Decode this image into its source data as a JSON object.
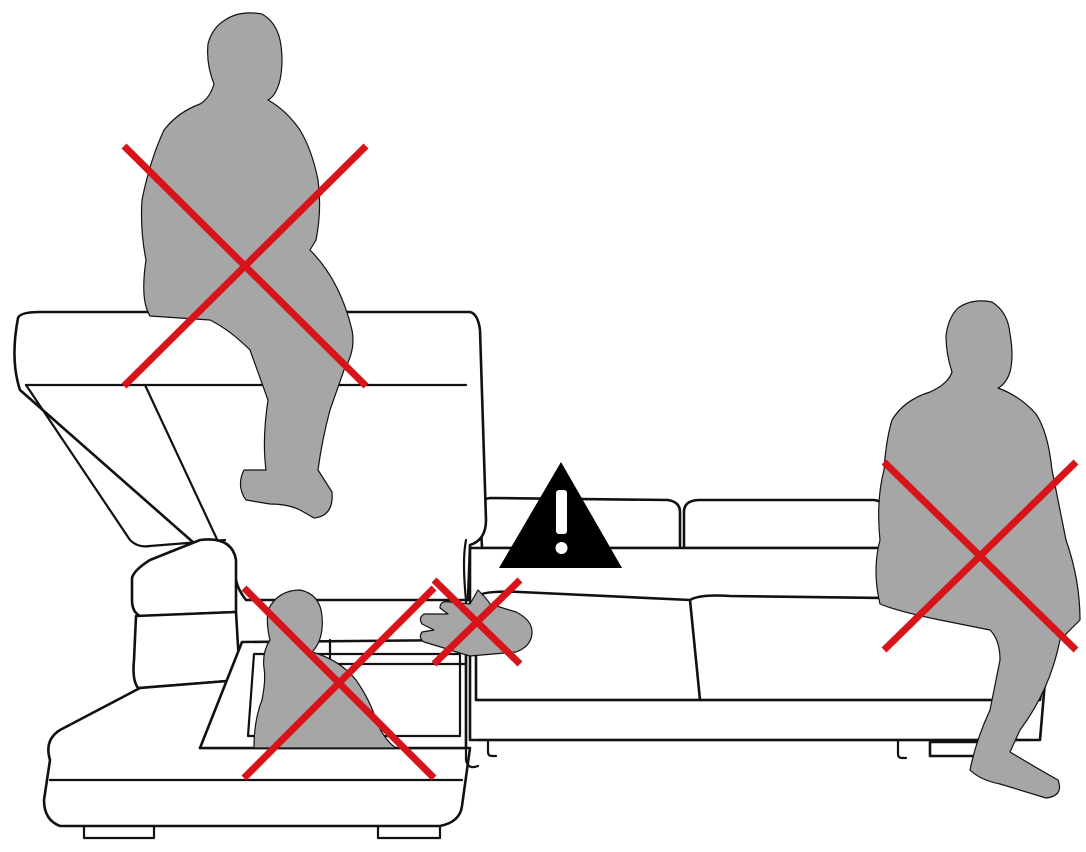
{
  "colors": {
    "silhouette": "#a6a6a6",
    "prohibition_cross": "#d7141a",
    "warning_triangle": "#000000",
    "warning_mark": "#ffffff",
    "outline": "#111111",
    "background": "#ffffff"
  },
  "icons": {
    "warning": "warning-triangle-icon",
    "prohibited": "red-x-cross-icon"
  },
  "warnings": [
    {
      "id": "no-sitting-on-raised-backrest",
      "icon": "red-x-cross-icon"
    },
    {
      "id": "no-child-in-storage-box",
      "icon": "red-x-cross-icon"
    },
    {
      "id": "no-hand-in-mechanism",
      "icon": "red-x-cross-icon"
    },
    {
      "id": "no-sitting-on-armrest",
      "icon": "red-x-cross-icon"
    }
  ]
}
